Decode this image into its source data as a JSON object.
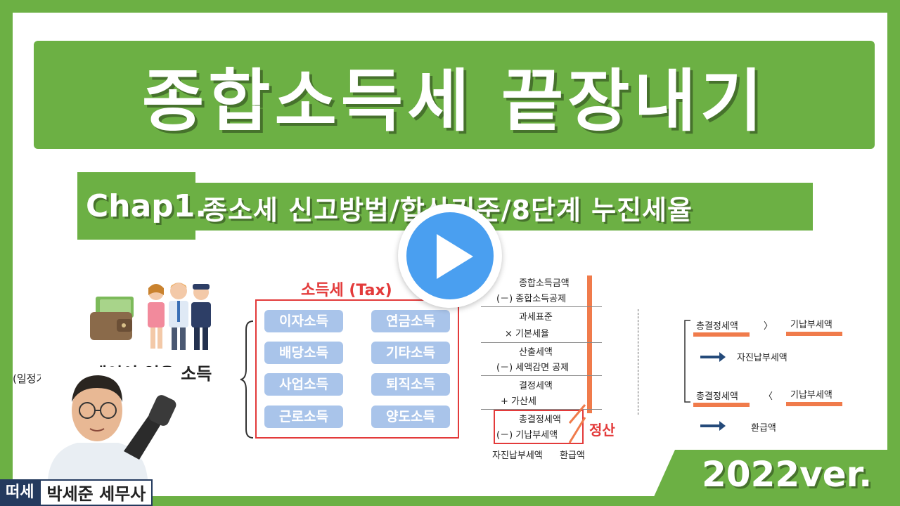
{
  "title": "종합소득세 끝장내기",
  "chapter": {
    "label": "Chap1.",
    "title": "종소세 신고방법/합산기준/8단계 누진세율"
  },
  "illustration": {
    "caption": "개인이 얻은 소득",
    "side_note": "(일정기간"
  },
  "tax_panel": {
    "title": "소득세 (Tax)",
    "left_items": [
      "이자소득",
      "배당소득",
      "사업소득",
      "근로소득"
    ],
    "right_items": [
      "연금소득",
      "기타소득",
      "퇴직소득",
      "양도소득"
    ]
  },
  "flow": {
    "steps": [
      "종합소득금액",
      "(－) 종합소득공제",
      "과세표준",
      "× 기본세율",
      "산출세액",
      "(－) 세액감면 공제",
      "결정세액",
      "+ 가산세",
      "총결정세액",
      "(－) 기납부세액"
    ],
    "bottom_left": "자진납부세액",
    "bottom_right": "환급액",
    "settle_label": "정산"
  },
  "right_panel": {
    "case1_left": "총결정세액",
    "case1_op": "〉",
    "case1_right": "기납부세액",
    "case1_result": "자진납부세액",
    "case2_left": "총결정세액",
    "case2_op": "〈",
    "case2_right": "기납부세액",
    "case2_result": "환급액"
  },
  "version": "2022ver.",
  "presenter": {
    "brand": "떠세",
    "name": "박세준 세무사"
  },
  "colors": {
    "green": "#6cb044",
    "red": "#e33a3a",
    "orange": "#f07b4b",
    "pill": "#a9c4ea",
    "play": "#4a9ff0",
    "navy": "#243a5e"
  },
  "icons": [
    "play-icon",
    "wallet-icon",
    "people-icon",
    "brace-icon",
    "arrow-right-icon"
  ]
}
